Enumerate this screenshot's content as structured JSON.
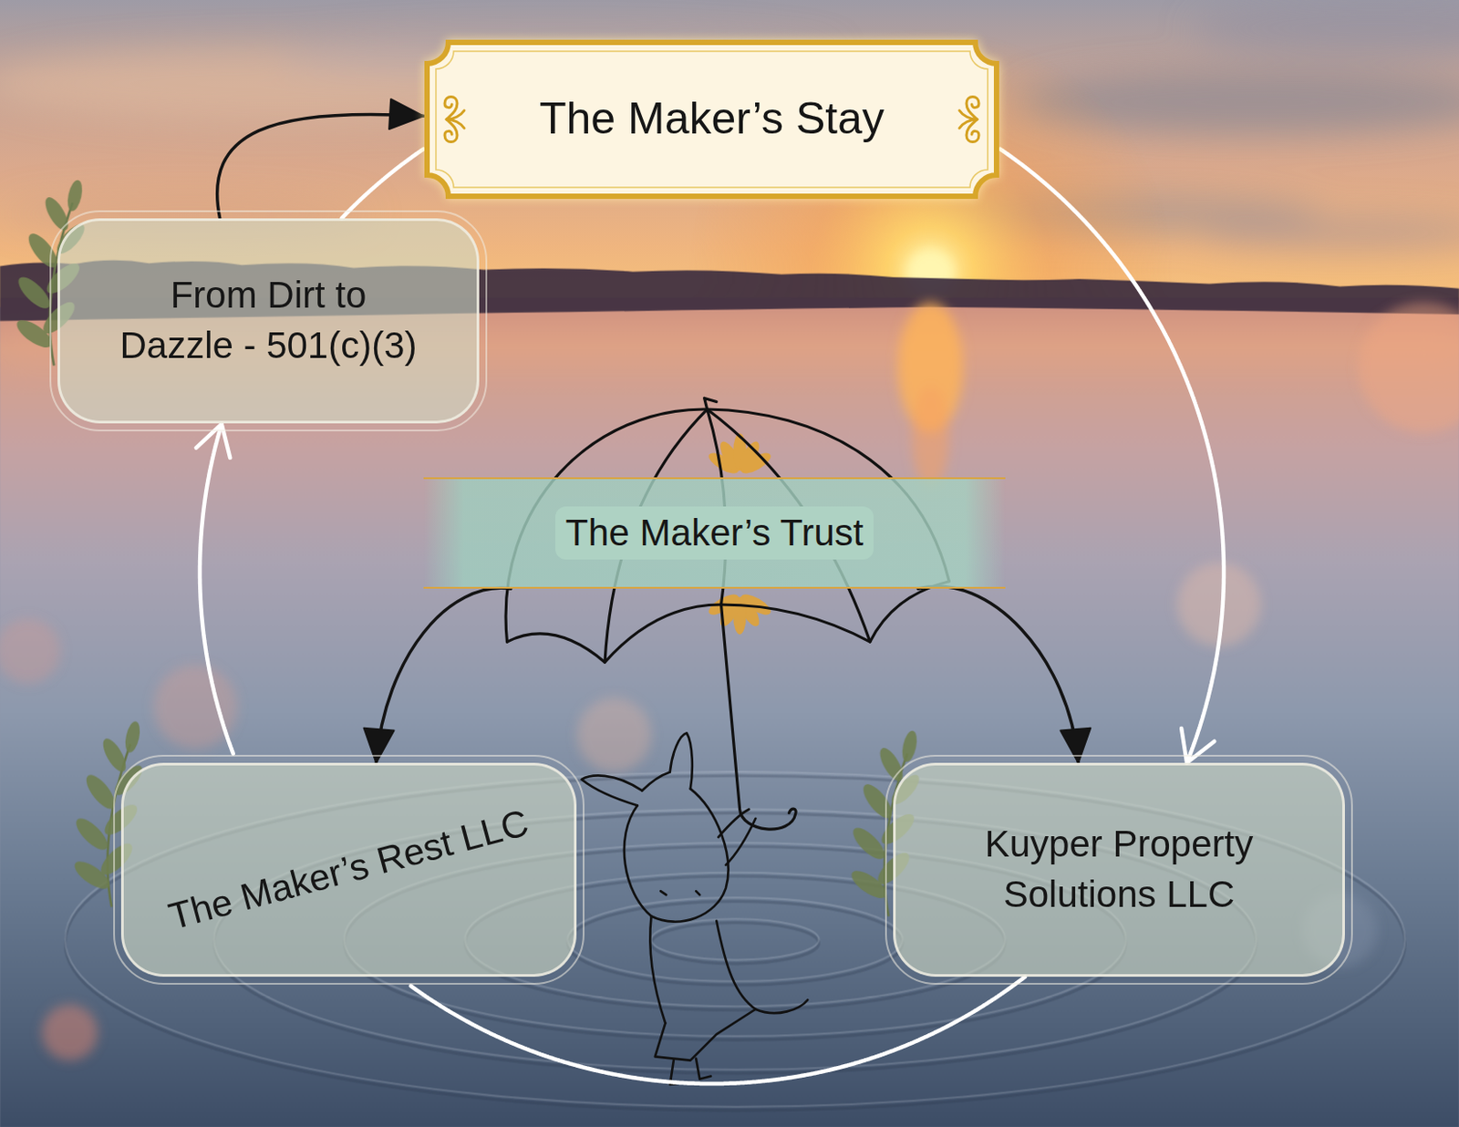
{
  "diagram": {
    "nodes": [
      {
        "text": [
          "The Maker’s Stay"
        ]
      },
      {
        "text": [
          "From Dirt to Dazzle - 501(c)(3)"
        ]
      },
      {
        "text": [
          "The Maker’s Trust"
        ]
      },
      {
        "text": [
          "The Maker’s Rest LLC"
        ]
      },
      {
        "text": [
          "Kuyper Property Solutions LLC"
        ]
      }
    ],
    "edges": [
      {
        "from": 1,
        "to": 0,
        "arrow": "to"
      },
      {
        "from": 0,
        "to": 4,
        "arrow": "to"
      },
      {
        "from": 4,
        "to": 1,
        "arrow": "to"
      },
      {
        "from": 1,
        "to": 0,
        "arrow": "none"
      },
      {
        "from": 2,
        "to": 3,
        "arrow": "to"
      },
      {
        "from": 2,
        "to": 4,
        "arrow": "to"
      }
    ]
  }
}
